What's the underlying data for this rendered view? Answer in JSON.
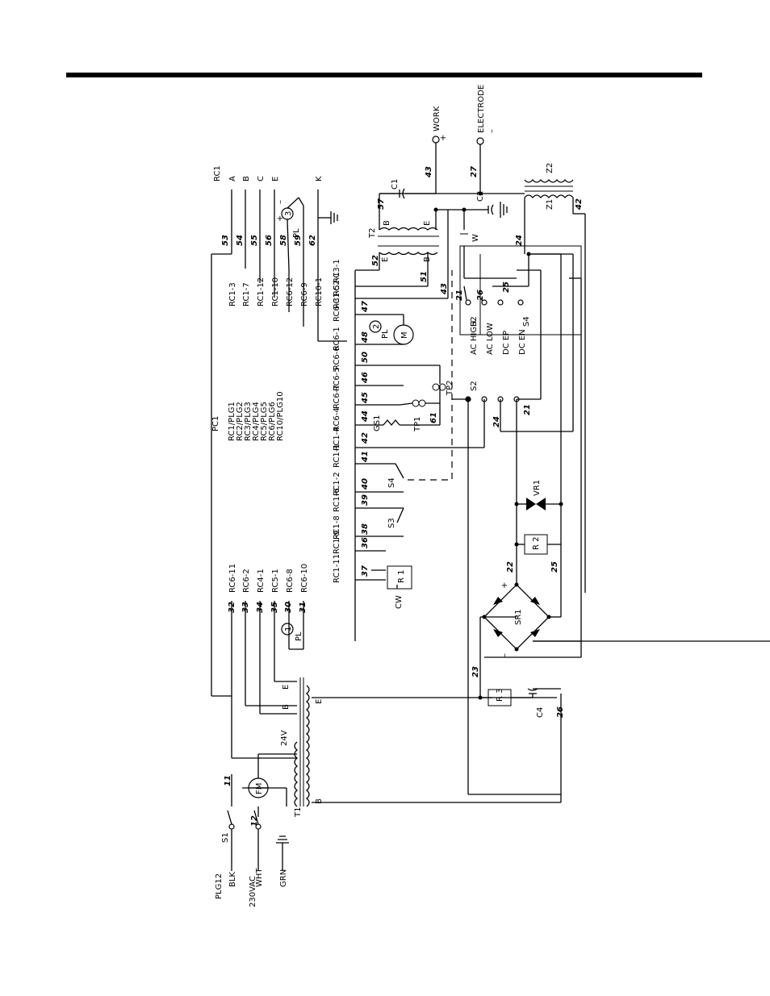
{
  "connector_labels": {
    "rc1": "RC1",
    "rc1_3": "RC1-3",
    "rc1_7": "RC1-7",
    "rc1_12": "RC1-12",
    "rc1_10": "RC1-10",
    "rc6_12": "RC6-12",
    "rc6_9": "RC6-9",
    "rc10_1": "RC10-1",
    "rc3_1": "RC3-1",
    "rc2_1": "RC2-1",
    "rc1_5": "RC1-5",
    "rc6_3": "RC6-3",
    "rc6_1": "RC6-1",
    "rc6_6": "RC6-6",
    "rc6_5": "RC6-5",
    "rc6_7": "RC6-7",
    "rc6_4": "RC6-4",
    "rc1_4": "RC1-4",
    "rc1_1": "RC1-1",
    "rc1_2": "RC1-2",
    "rc1_6": "RC1-6",
    "rc1_8": "RC1-8",
    "rc1_9": "RC1-9",
    "rc1_11": "RC1-11",
    "rc6_11": "RC6-11",
    "rc6_2": "RC6-2",
    "rc4_1": "RC4-1",
    "rc5_1": "RC5-1",
    "rc6_8": "RC6-8",
    "rc6_10": "RC6-10",
    "pc1": "PC1",
    "pc1_line1": "RC1/PLG1",
    "pc1_line2": "RC2/PLG2",
    "pc1_line3": "RC3/PLG3",
    "pc1_line4": "RC4/PLG4",
    "pc1_line5": "RC5/PLG5",
    "pc1_line6": "RC6/PLG6",
    "pc1_line7": "RC10/PLG10",
    "plg12": "PLG12"
  },
  "terminal_letters": {
    "a": "A",
    "b": "B",
    "c": "C",
    "e": "E",
    "k": "K"
  },
  "wire_numbers": {
    "n11": "11",
    "n12": "12",
    "n21a": "21",
    "n21b": "21",
    "n22": "22",
    "n23": "23",
    "n24a": "24",
    "n24b": "24",
    "n25a": "25",
    "n25b": "25",
    "n26a": "26",
    "n26b": "26",
    "n27": "27",
    "n30": "30",
    "n31": "31",
    "n32": "32",
    "n33": "33",
    "n34": "34",
    "n35": "35",
    "n36": "36",
    "n37": "37",
    "n38": "38",
    "n39": "39",
    "n40": "40",
    "n41": "41",
    "n42a": "42",
    "n42b": "42",
    "n43a": "43",
    "n43b": "43",
    "n44": "44",
    "n45": "45",
    "n46": "46",
    "n47": "47",
    "n48": "48",
    "n50": "50",
    "n51": "51",
    "n52": "52",
    "n53": "53",
    "n54": "54",
    "n55": "55",
    "n56": "56",
    "n57": "57",
    "n58": "58",
    "n59": "59",
    "n61": "61",
    "n62": "62"
  },
  "components": {
    "work": "WORK",
    "work_pol": "+",
    "electrode": "ELECTRODE",
    "electrode_pol": "–",
    "c1": "C1",
    "c2": "C2",
    "c4": "C4",
    "t1": "T1",
    "t2": "T2",
    "z1": "Z1",
    "z2": "Z2",
    "s1": "S1",
    "s2a": "S2",
    "s2b": "S2",
    "s3": "S3",
    "s4a": "S4",
    "s4b": "S4",
    "sr1": "SR1",
    "vr1": "VR1",
    "r1": "R 1",
    "r2": "R 2",
    "r3": "R 3",
    "fm": "FM",
    "m": "M",
    "gs1": "GS1",
    "tp1": "TP1",
    "tp2": "TP2",
    "pl": "PL",
    "pl1": "1",
    "pl2": "2",
    "pl3": "3",
    "cw": "CW",
    "w": "W",
    "v24": "24V",
    "vac": "230VAC",
    "blk": "BLK",
    "wht": "WHT",
    "grn": "GRN",
    "b": "B",
    "e": "E",
    "plus": "+",
    "minus": "–"
  },
  "switch_positions": {
    "ac_high": "AC HIGH",
    "ac_low": "AC LOW",
    "dc_ep": "DC EP",
    "dc_en": "DC EN"
  }
}
